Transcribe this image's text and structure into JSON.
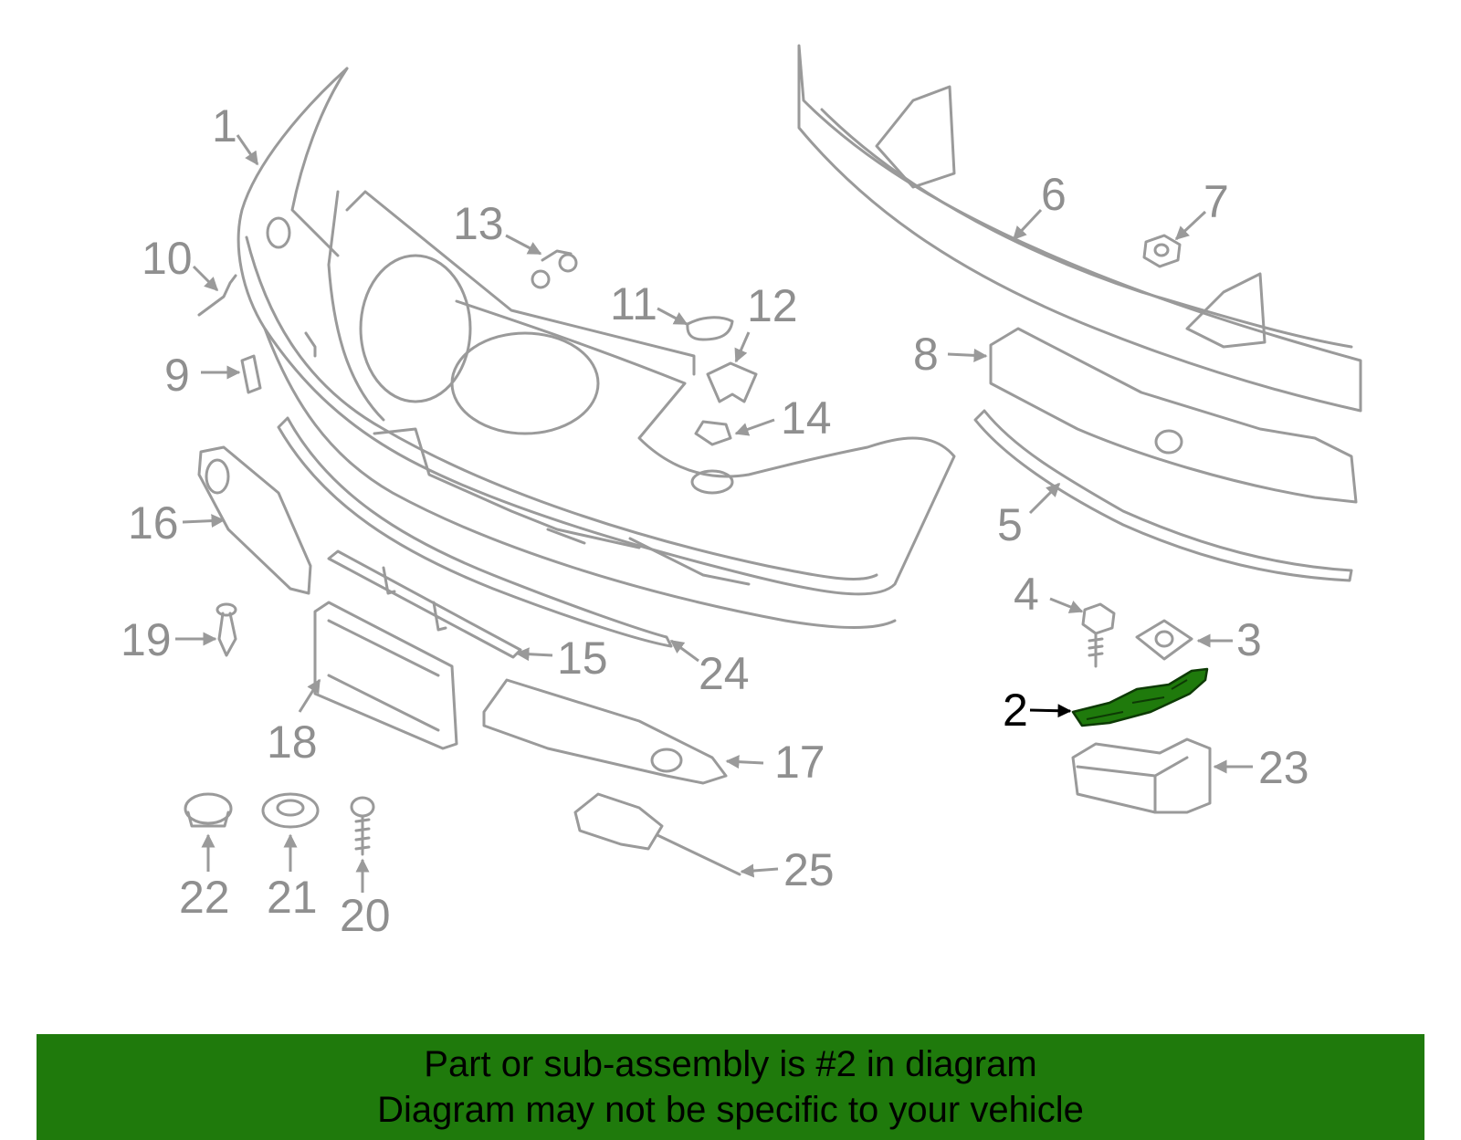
{
  "diagram": {
    "highlight_color": "#1f7a0c",
    "highlighted_part": "2",
    "callouts": [
      "1",
      "2",
      "3",
      "4",
      "5",
      "6",
      "7",
      "8",
      "9",
      "10",
      "11",
      "12",
      "13",
      "14",
      "15",
      "16",
      "17",
      "18",
      "19",
      "20",
      "21",
      "22",
      "23",
      "24",
      "25"
    ]
  },
  "banner": {
    "line1": "Part or sub-assembly is #2 in diagram",
    "line2": "Diagram may not be specific to your vehicle"
  }
}
